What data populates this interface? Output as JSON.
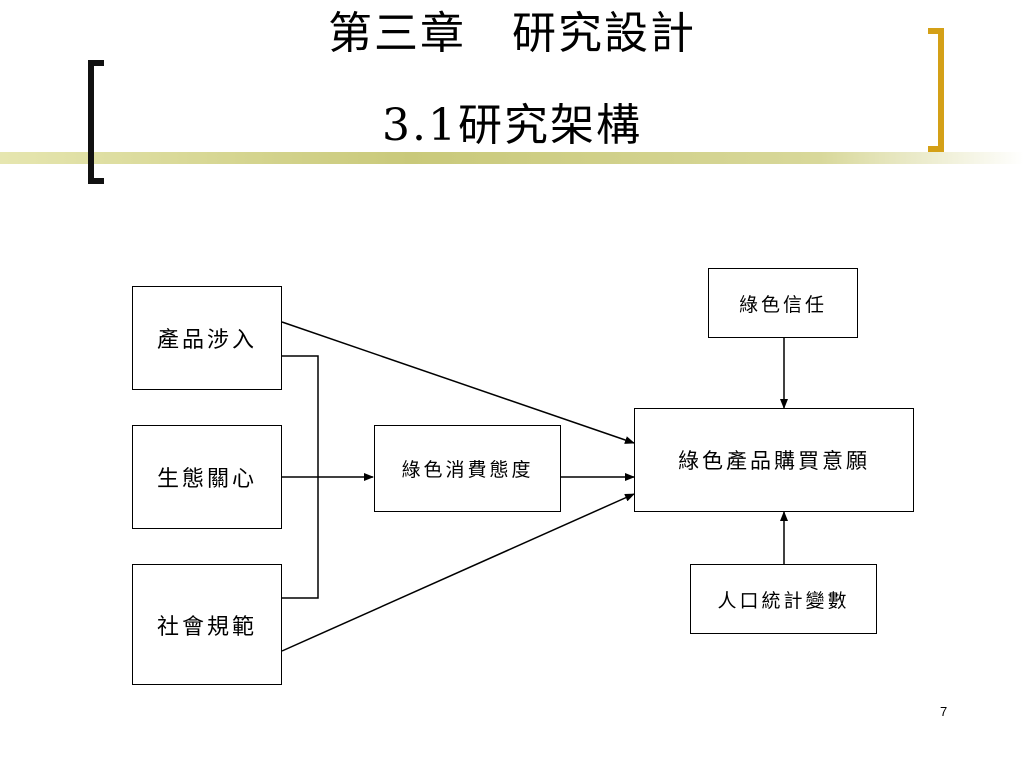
{
  "slide": {
    "title_line1": "第三章　研究設計",
    "title_line2": "3.1研究架構",
    "page_number": "7",
    "accent_color": "#d4a017",
    "bracket_left_color": "#111111"
  },
  "diagram": {
    "nodes": {
      "product_involvement": "產品涉入",
      "eco_concern": "生態關心",
      "social_norms": "社會規範",
      "green_attitude": "綠色消費態度",
      "green_purchase_intention": "綠色產品購買意願",
      "green_trust": "綠色信任",
      "demographics": "人口統計變數"
    }
  }
}
